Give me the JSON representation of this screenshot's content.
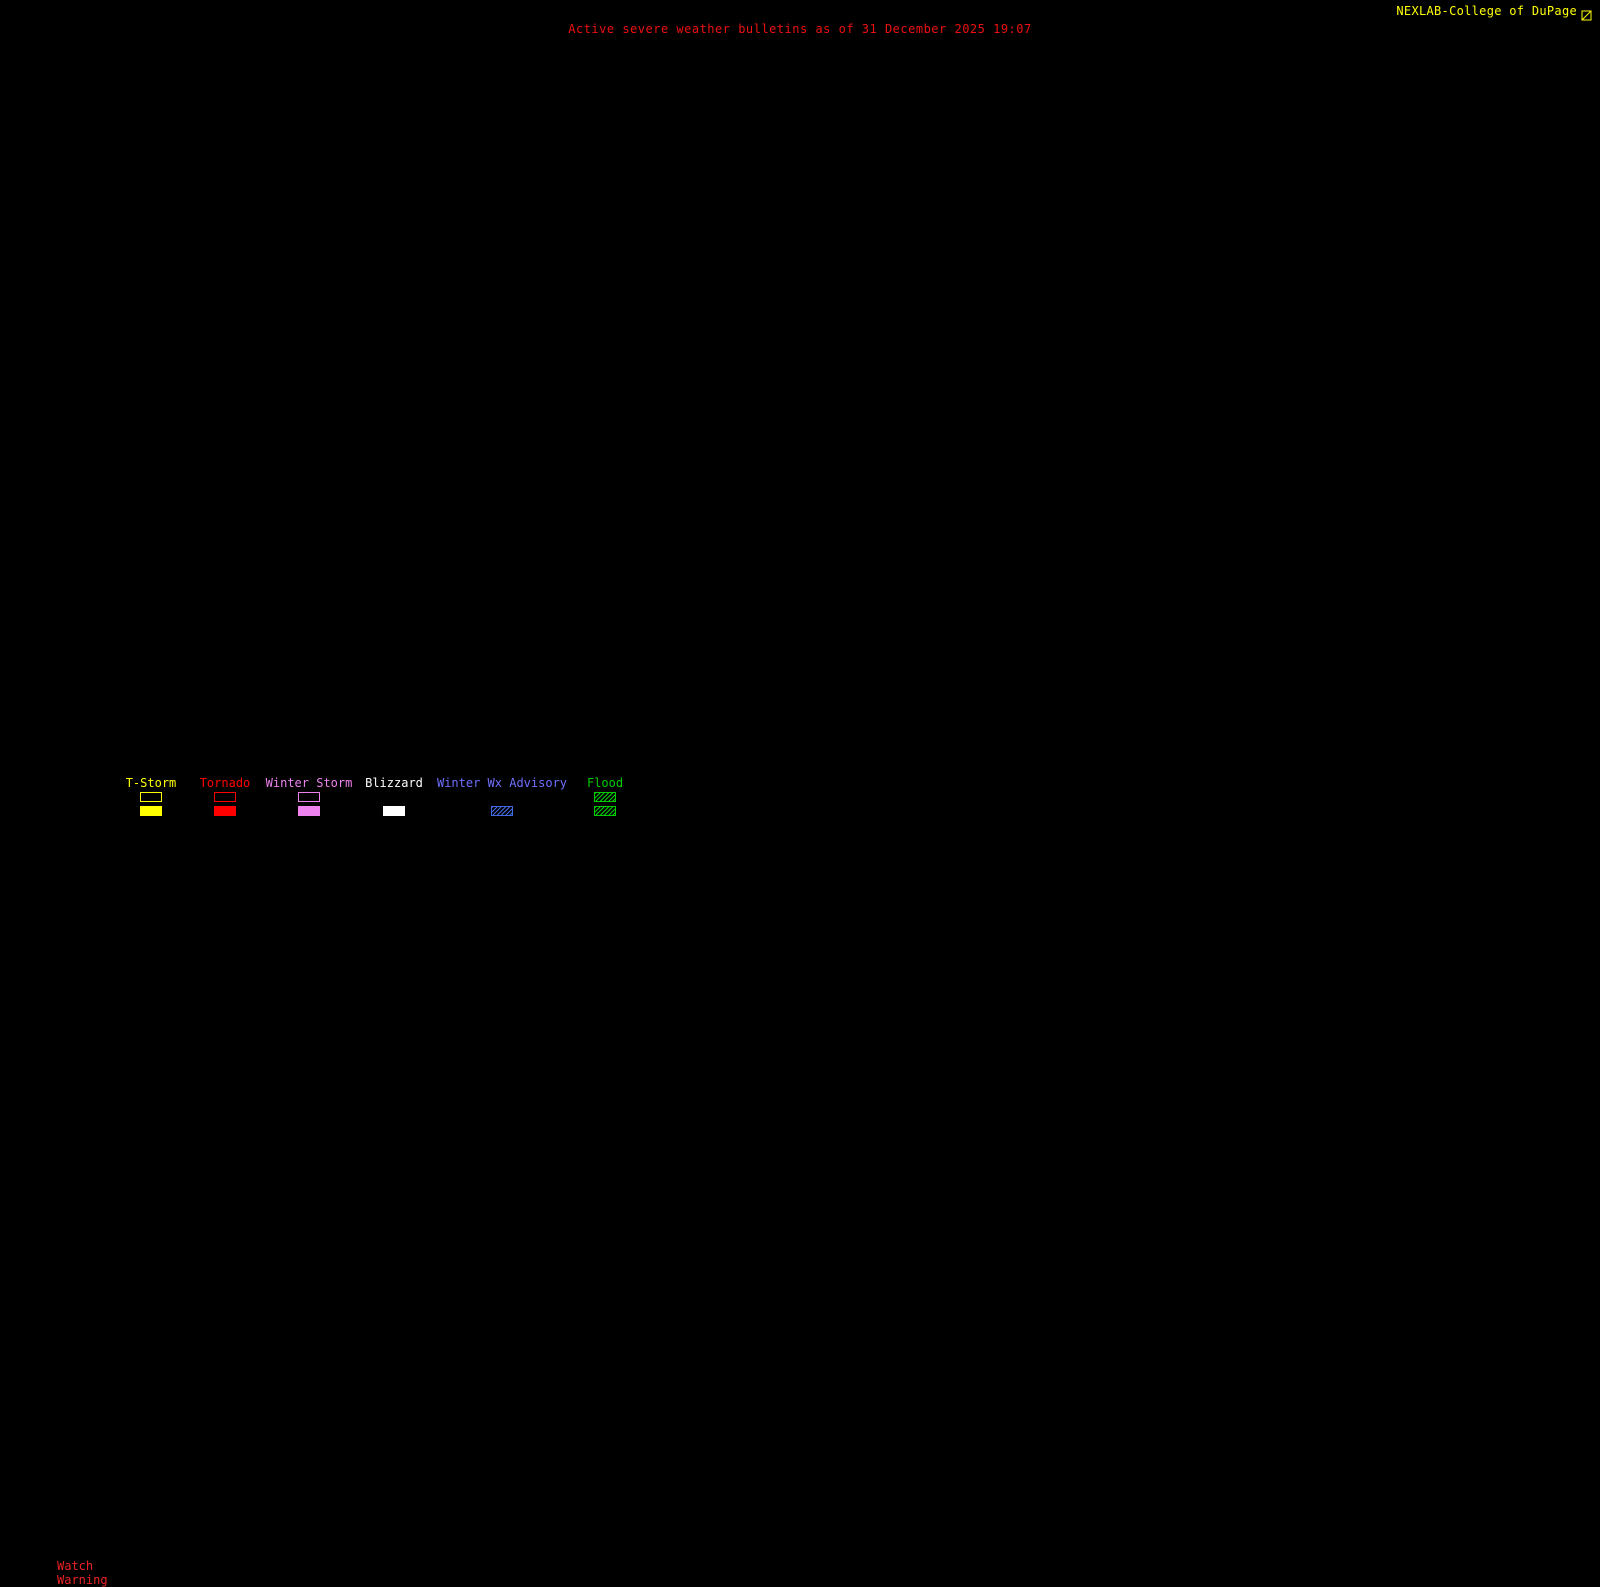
{
  "page": {
    "background": "#000000"
  },
  "header": {
    "title": "Active severe weather bulletins as of 31 December 2025 19:07",
    "title_color": "#ee1010",
    "attribution": "NEXLAB-College of DuPage",
    "attribution_color": "#ffff00",
    "logo_icon": "cod-logo-icon"
  },
  "legend": {
    "watch_label": "Watch",
    "warning_label": "Warning",
    "row_label_color": "#ee2222",
    "columns": [
      {
        "label": "T-Storm",
        "color": "#ffff00",
        "watch": "outline",
        "warning": "solid"
      },
      {
        "label": "Tornado",
        "color": "#ff0000",
        "watch": "outline",
        "warning": "solid"
      },
      {
        "label": "Winter Storm",
        "color": "#ee82ee",
        "watch": "outline",
        "warning": "solid"
      },
      {
        "label": "Blizzard",
        "color": "#ffffff",
        "watch": "none",
        "warning": "solid"
      },
      {
        "label": "Winter Wx Advisory",
        "color": "#7070ff",
        "hatch_color": "#4169e1",
        "watch": "none",
        "warning": "hatch"
      },
      {
        "label": "Flood",
        "color": "#00cc00",
        "watch": "hatch",
        "warning": "hatch"
      }
    ]
  }
}
